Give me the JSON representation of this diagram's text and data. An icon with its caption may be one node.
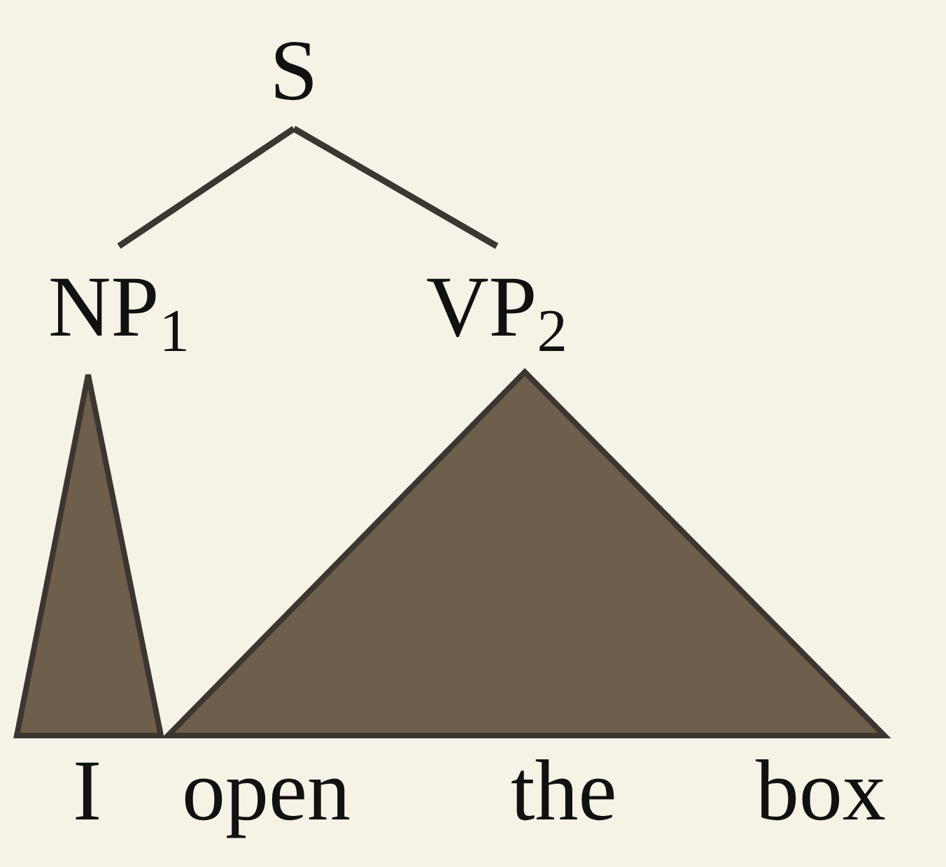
{
  "diagram": {
    "nodes": [
      {
        "text": [
          "S"
        ]
      },
      {
        "text": [
          "NP$_{1}$"
        ]
      },
      {
        "text": [
          "VP$_{2}$"
        ]
      },
      {
        "text": [],
        "shape": "triangle",
        "beside": [
          "I"
        ]
      },
      {
        "text": [],
        "shape": "triangle",
        "beside": [
          "open",
          "the",
          "box"
        ]
      }
    ],
    "edges": [
      {
        "from": 0,
        "to": 1,
        "arrow": "none"
      },
      {
        "from": 0,
        "to": 2,
        "arrow": "none"
      }
    ]
  }
}
